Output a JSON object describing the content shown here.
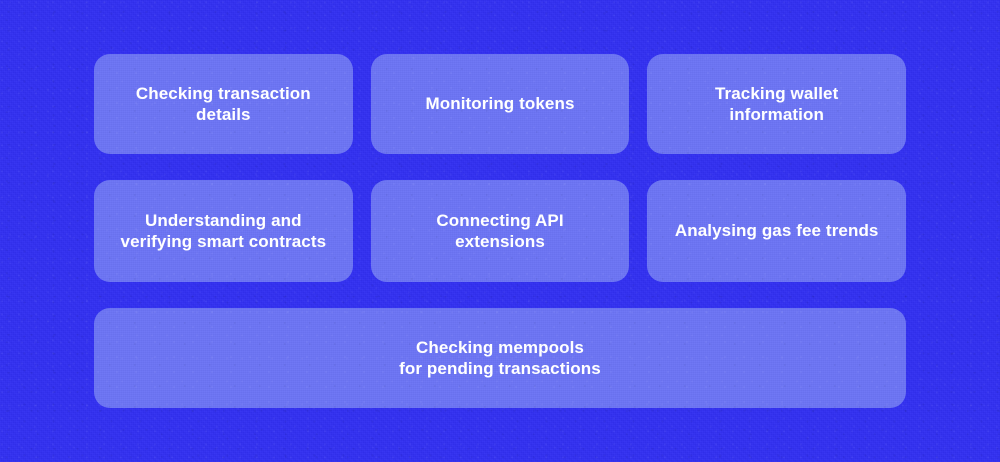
{
  "theme": {
    "background_color": "#3230f2",
    "card_color": "#6c74f5",
    "text_color": "#ffffff"
  },
  "board": {
    "rows": [
      {
        "cards": [
          {
            "label": "Checking transaction\ndetails"
          },
          {
            "label": "Monitoring tokens"
          },
          {
            "label": "Tracking wallet\ninformation"
          }
        ]
      },
      {
        "cards": [
          {
            "label": "Understanding and\nverifying smart contracts"
          },
          {
            "label": "Connecting API\nextensions"
          },
          {
            "label": "Analysing gas fee trends"
          }
        ]
      },
      {
        "cards": [
          {
            "label": "Checking mempools\nfor pending transactions"
          }
        ]
      }
    ]
  }
}
